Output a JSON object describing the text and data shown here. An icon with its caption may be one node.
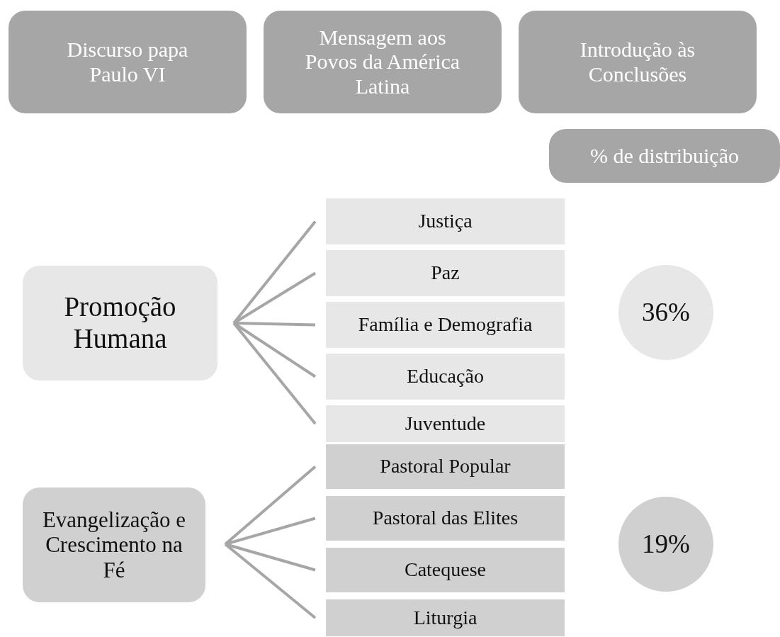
{
  "diagram": {
    "nodes": [
      {
        "text": [
          "Discurso papa Paulo VI"
        ]
      },
      {
        "text": [
          "Mensagem aos Povos da América Latina"
        ]
      },
      {
        "text": [
          "Introdução às Conclusões"
        ]
      },
      {
        "text": [
          "% de distribuição"
        ]
      },
      {
        "text": [
          "Promoção Humana"
        ]
      },
      {
        "text": [
          "Justiça"
        ]
      },
      {
        "text": [
          "Paz"
        ]
      },
      {
        "text": [
          "Família e Demografia"
        ]
      },
      {
        "text": [
          "Educação"
        ]
      },
      {
        "text": [
          "Juventude"
        ]
      },
      {
        "text": [
          "36%"
        ]
      },
      {
        "text": [
          "Evangelização e Crescimento na Fé"
        ]
      },
      {
        "text": [
          "Pastoral Popular"
        ]
      },
      {
        "text": [
          "Pastoral das Elites"
        ]
      },
      {
        "text": [
          "Catequese"
        ]
      },
      {
        "text": [
          "Liturgia"
        ]
      },
      {
        "text": [
          "19%"
        ]
      }
    ],
    "edges": [
      {
        "from": 4,
        "to": 5,
        "arrow": "none"
      },
      {
        "from": 4,
        "to": 6,
        "arrow": "none"
      },
      {
        "from": 4,
        "to": 7,
        "arrow": "none"
      },
      {
        "from": 4,
        "to": 8,
        "arrow": "none"
      },
      {
        "from": 4,
        "to": 9,
        "arrow": "none"
      },
      {
        "from": 11,
        "to": 12,
        "arrow": "none"
      },
      {
        "from": 11,
        "to": 13,
        "arrow": "none"
      },
      {
        "from": 11,
        "to": 14,
        "arrow": "none"
      },
      {
        "from": 11,
        "to": 15,
        "arrow": "none"
      }
    ]
  }
}
